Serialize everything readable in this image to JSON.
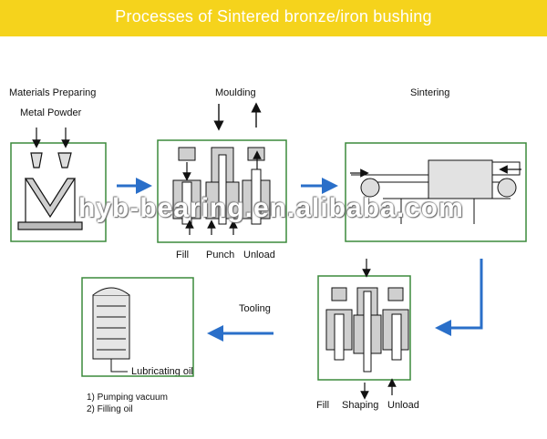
{
  "header": {
    "title": "Processes of Sintered bronze/iron bushing",
    "bg_color": "#f5d31c"
  },
  "steps": {
    "materials": {
      "title": "Materials Preparing",
      "subtitle": "Metal Powder"
    },
    "moulding": {
      "title": "Moulding",
      "sub_labels": [
        "Fill",
        "Punch",
        "Unload"
      ]
    },
    "sintering": {
      "title": "Sintering"
    },
    "shaping": {
      "sub_labels": [
        "Fill",
        "Shaping",
        "Unload"
      ]
    },
    "tooling": {
      "title": "Tooling",
      "tag": "Lubricating oil",
      "notes": [
        "1) Pumping vacuum",
        "2) Filling oil"
      ]
    }
  },
  "watermark": "hyb-bearing.en.alibaba.com",
  "colors": {
    "panel_border": "#3b8a3b",
    "flow_arrow": "#2a6fc9"
  }
}
